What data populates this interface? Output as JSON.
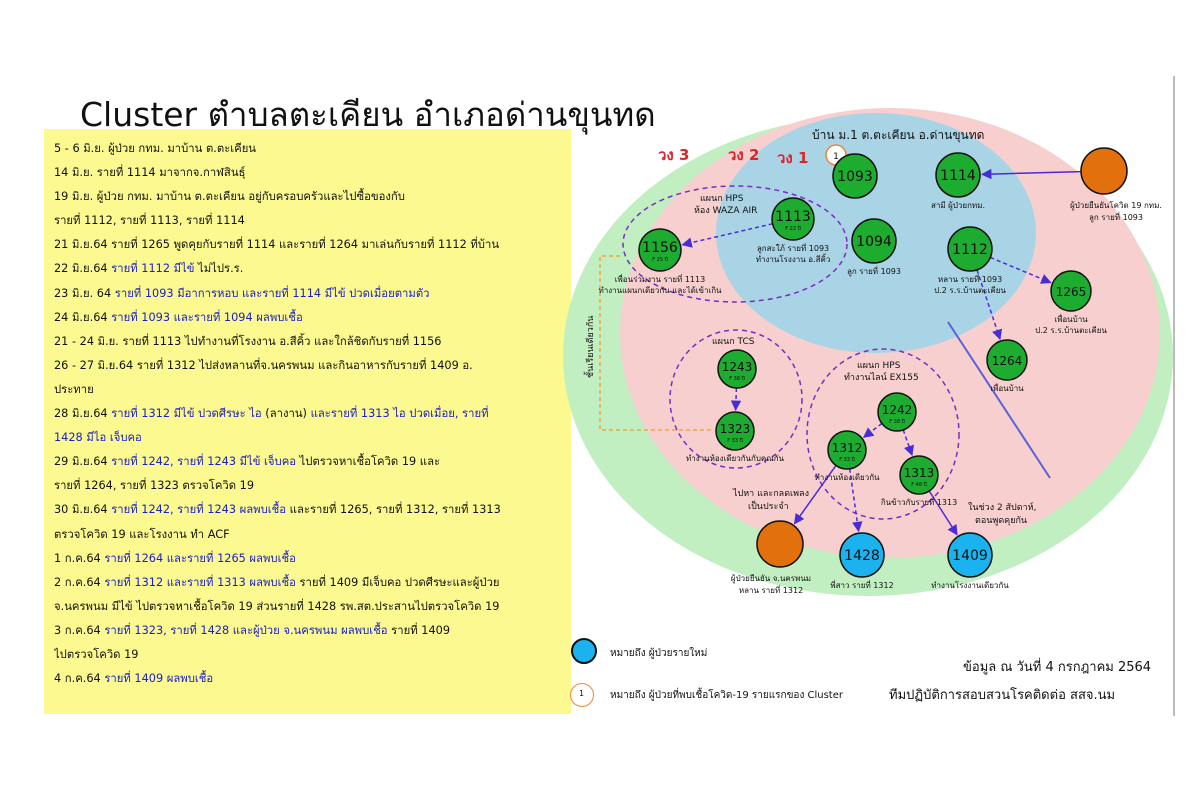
{
  "title": "Cluster ตำบลตะเคียน อำเภอด่านขุนทด",
  "timeline": [
    [
      {
        "t": "5 - 6 มิ.ย. ผู้ป่วย กทม. มาบ้าน ต.ตะเคียน",
        "h": false
      }
    ],
    [
      {
        "t": "14 มิ.ย. รายที่ 1114 มาจากจ.กาฬสินธุ์",
        "h": false
      }
    ],
    [
      {
        "t": "19 มิ.ย. ผู้ป่วย กทม. มาบ้าน ต.ตะเคียน อยู่กับครอบครัวและไปซื้อของกับ",
        "h": false
      }
    ],
    [
      {
        "t": "รายที่ 1112, รายที่ 1113, รายที่ 1114",
        "h": false
      }
    ],
    [
      {
        "t": "21 มิ.ย.64 รายที่ 1265 พูดคุยกับรายที่ 1114 และรายที่ 1264 มาเล่นกับรายที่ 1112 ที่บ้าน",
        "h": false
      }
    ],
    [
      {
        "t": "22 มิ.ย.64 ",
        "h": false
      },
      {
        "t": "รายที่ 1112 มีไข้",
        "h": true
      },
      {
        "t": " ไม่ไปร.ร.",
        "h": false
      }
    ],
    [
      {
        "t": "23 มิ.ย. 64 ",
        "h": false
      },
      {
        "t": "รายที่ 1093 มีอาการหอบ และรายที่ 1114 มีไข้ ปวดเมื่อยตามตัว",
        "h": true
      }
    ],
    [
      {
        "t": "24 มิ.ย.64 ",
        "h": false
      },
      {
        "t": "รายที่ 1093 และรายที่ 1094 ผลพบเชื้อ",
        "h": true
      }
    ],
    [
      {
        "t": "21 - 24 มิ.ย. รายที่ 1113 ไปทำงานที่โรงงาน อ.สีคิ้ว และใกล้ชิดกับรายที่ 1156",
        "h": false
      }
    ],
    [
      {
        "t": "26 - 27 มิ.ย.64 รายที่ 1312 ไปส่งหลานที่จ.นครพนม และกินอาหารกับรายที่ 1409 อ.",
        "h": false
      }
    ],
    [
      {
        "t": "ประทาย",
        "h": false
      }
    ],
    [
      {
        "t": "28 มิ.ย.64 ",
        "h": false
      },
      {
        "t": "รายที่ 1312 มีไข้ ปวดศีรษะ ไอ",
        "h": true
      },
      {
        "t": " (ลางาน) ",
        "h": false
      },
      {
        "t": "และรายที่ 1313 ไอ ปวดเมื่อย, รายที่",
        "h": true
      }
    ],
    [
      {
        "t": "1428 มีไอ เจ็บคอ",
        "h": true
      }
    ],
    [
      {
        "t": "29 มิ.ย.64 ",
        "h": false
      },
      {
        "t": "รายที่ 1242, รายที่ 1243 มีไข้ เจ็บคอ",
        "h": true
      },
      {
        "t": " ไปตรวจหาเชื้อโควิด 19 และ",
        "h": false
      }
    ],
    [
      {
        "t": "รายที่ 1264, รายที่ 1323 ตรวจโควิด 19",
        "h": false
      }
    ],
    [
      {
        "t": "30 มิ.ย.64 ",
        "h": false
      },
      {
        "t": "รายที่ 1242, รายที่ 1243 ผลพบเชื้อ",
        "h": true
      },
      {
        "t": " และรายที่ 1265, รายที่ 1312, รายที่ 1313",
        "h": false
      }
    ],
    [
      {
        "t": "ตรวจโควิด 19 และโรงงาน ทำ ACF",
        "h": false
      }
    ],
    [
      {
        "t": "1 ก.ค.64 ",
        "h": false
      },
      {
        "t": "รายที่ 1264 และรายที่ 1265 ผลพบเชื้อ",
        "h": true
      }
    ],
    [
      {
        "t": "2 ก.ค.64 ",
        "h": false
      },
      {
        "t": "รายที่ 1312 และรายที่ 1313 ผลพบเชื้อ",
        "h": true
      },
      {
        "t": " รายที่ 1409 มีเจ็บคอ ปวดศีรษะและผู้ป่วย",
        "h": false
      }
    ],
    [
      {
        "t": "จ.นครพนม มีไข้ ไปตรวจหาเชื้อโควิด 19 ส่วนรายที่ 1428 รพ.สต.ประสานไปตรวจโควิด 19",
        "h": false
      }
    ],
    [
      {
        "t": "3 ก.ค.64 ",
        "h": false
      },
      {
        "t": "รายที่ 1323, รายที่ 1428 และผู้ป่วย จ.นครพนม ผลพบเชื้อ",
        "h": true
      },
      {
        "t": " รายที่ 1409",
        "h": false
      }
    ],
    [
      {
        "t": "ไปตรวจโควิด 19",
        "h": false
      }
    ],
    [
      {
        "t": "4 ก.ค.64 ",
        "h": false
      },
      {
        "t": "รายที่ 1409 ผลพบเชื้อ",
        "h": true
      }
    ]
  ],
  "diagram": {
    "zone_labels": {
      "z1": "วง 1",
      "z2": "วง 2",
      "z3": "วง 3"
    },
    "village_label": "บ้าน ม.1 ต.ตะเคียน อ.ด่านขุนทด",
    "first_case_marker": "1",
    "side_label": "ชั้นเรียนเดียวกัน",
    "groups": {
      "hps_waza": [
        "แผนก HPS",
        "ห้อง WAZA AIR"
      ],
      "tcs": [
        "แผนก TCS"
      ],
      "hps_ex": [
        "แผนก HPS",
        "ทำงานไลน์ EX155"
      ]
    },
    "nodes": {
      "n1093": {
        "id": "1093",
        "sub": "",
        "caption": []
      },
      "n1114": {
        "id": "1114",
        "sub": "",
        "caption": [
          "สามี ผู้ป่วยกทม."
        ]
      },
      "n1113": {
        "id": "1113",
        "sub": "F 22 ปี",
        "caption": [
          "ลูกสะใภ้ รายที่ 1093",
          "ทำงานโรงงาน อ.สีคิ้ว"
        ]
      },
      "n1156": {
        "id": "1156",
        "sub": "F 25 ปี",
        "caption": [
          "เพื่อนร่วมงาน รายที่ 1113",
          "ทำงานแผนกเดียวกัน และได้เข้าเกิน"
        ]
      },
      "n1094": {
        "id": "1094",
        "sub": "",
        "caption": [
          "ลูก รายที่ 1093"
        ]
      },
      "n1112": {
        "id": "1112",
        "sub": "",
        "caption": [
          "หลาน รายที่ 1093",
          "ป.2 ร.ร.บ้านตะเคียน"
        ]
      },
      "n1265": {
        "id": "1265",
        "sub": "",
        "caption": [
          "เพื่อนบ้าน",
          "ป.2 ร.ร.บ้านตะเคียน"
        ]
      },
      "n1264": {
        "id": "1264",
        "sub": "",
        "caption": [
          "เพื่อนบ้าน"
        ]
      },
      "n1243": {
        "id": "1243",
        "sub": "F 38 ปี",
        "caption": []
      },
      "n1323": {
        "id": "1323",
        "sub": "F 33 ปี",
        "caption": [
          "ทำงานห้องเดียวกันกับคุณกัน"
        ]
      },
      "n1242": {
        "id": "1242",
        "sub": "F 38 ปี",
        "caption": []
      },
      "n1312": {
        "id": "1312",
        "sub": "F 33 ปี",
        "caption": [
          "ทำงานห้องเดียวกัน"
        ]
      },
      "n1313": {
        "id": "1313",
        "sub": "F 48 ปี",
        "caption": [
          "กินข้าวกับรายที่ 1313"
        ]
      },
      "n1428": {
        "id": "1428",
        "sub": "",
        "caption": [
          "พี่สาว รายที่ 1312"
        ]
      },
      "n1409": {
        "id": "1409",
        "sub": "",
        "caption": [
          "ทำงานโรงงานเดียวกัน"
        ]
      }
    },
    "external_source_caption": [
      "ผู้ป่วยยืนยันโควิด 19 กทม.",
      "ลูก รายที่ 1093"
    ],
    "external_nakhonphanom_caption": [
      "ผู้ป่วยยืนยัน จ.นครพนม",
      "หลาน รายที่ 1312"
    ],
    "edge_notes": {
      "nakhonphanom_trip": [
        "ไปหา และกลดเพลง",
        "เป็นประจำ"
      ],
      "two_weeks": [
        "ในช่วง 2 สัปดาห์,",
        "ตอนพูดคุยกัน"
      ]
    }
  },
  "legend": {
    "new_case": "หมายถึง ผู้ป่วยรายใหม่",
    "first_case": "หมายถึง ผู้ป่วยที่พบเชื้อโควิด-19 รายแรกของ Cluster",
    "first_case_marker": "1"
  },
  "credit": {
    "date": "ข้อมูล ณ วันที่ 4 กรกฎาคม 2564",
    "team": "ทีมปฏิบัติการสอบสวนโรคติดต่อ สสจ.นม"
  },
  "colors": {
    "zone3": "#c2efc2",
    "zone2": "#f7cfcf",
    "zone1": "#a9d4e6",
    "node_green": "#1dab30",
    "node_blue": "#1ab3ef",
    "node_orange": "#e2700d",
    "timeline_bg": "#fbf98f",
    "highlight_text": "#1a22c4",
    "arrow": "#4a2cd6",
    "dash_group": "#7d2bc4",
    "orange_dash": "#f0a53c"
  }
}
